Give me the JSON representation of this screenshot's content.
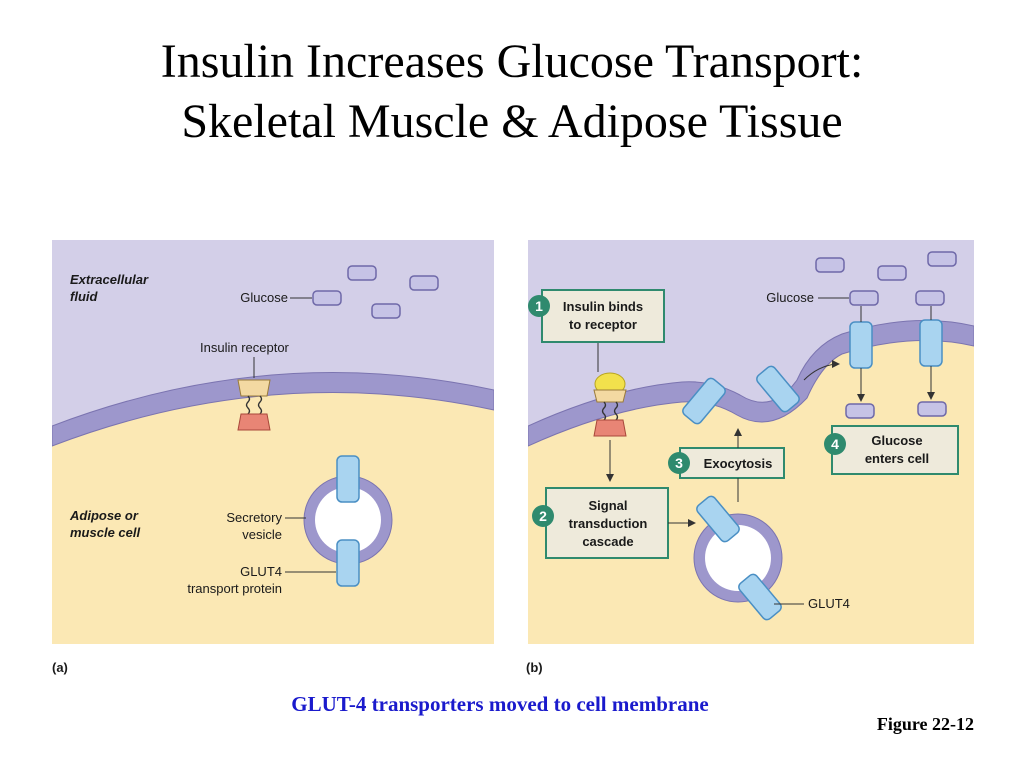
{
  "title": {
    "line1": "Insulin Increases Glucose Transport:",
    "line2": "Skeletal Muscle & Adipose Tissue"
  },
  "panel_a": {
    "extracellular_line1": "Extracellular",
    "extracellular_line2": "fluid",
    "glucose_label": "Glucose",
    "insulin_receptor_label": "Insulin receptor",
    "cell_line1": "Adipose or",
    "cell_line2": "muscle cell",
    "vesicle_line1": "Secretory",
    "vesicle_line2": "vesicle",
    "glut4_line1": "GLUT4",
    "glut4_line2": "transport protein",
    "panel_label": "(a)"
  },
  "panel_b": {
    "glucose_label": "Glucose",
    "steps": [
      {
        "number": "1",
        "line1": "Insulin binds",
        "line2": "to receptor"
      },
      {
        "number": "2",
        "line1": "Signal",
        "line2": "transduction",
        "line3": "cascade"
      },
      {
        "number": "3",
        "line1": "Exocytosis"
      },
      {
        "number": "4",
        "line1": "Glucose",
        "line2": "enters cell"
      }
    ],
    "glut4_label": "GLUT4",
    "panel_label": "(b)"
  },
  "caption": "GLUT-4 transporters moved to cell membrane",
  "figure_ref": "Figure 22-12",
  "colors": {
    "extracellular": "#d3cfe8",
    "cytoplasm": "#fbe8b4",
    "membrane": "#9d97cc",
    "membrane_edge": "#7b74b0",
    "glut4_fill": "#a9d4f0",
    "glut4_stroke": "#4a8fc4",
    "glucose_fill": "#c6c3e6",
    "glucose_stroke": "#6e68a8",
    "receptor_top": "#f3d9a2",
    "receptor_bottom": "#e88575",
    "insulin": "#f2e14c",
    "step_box_fill": "#eeeadb",
    "step_box_stroke": "#2f8a6e",
    "step_number": "#2f8a6e",
    "caption": "#1a1acc"
  }
}
